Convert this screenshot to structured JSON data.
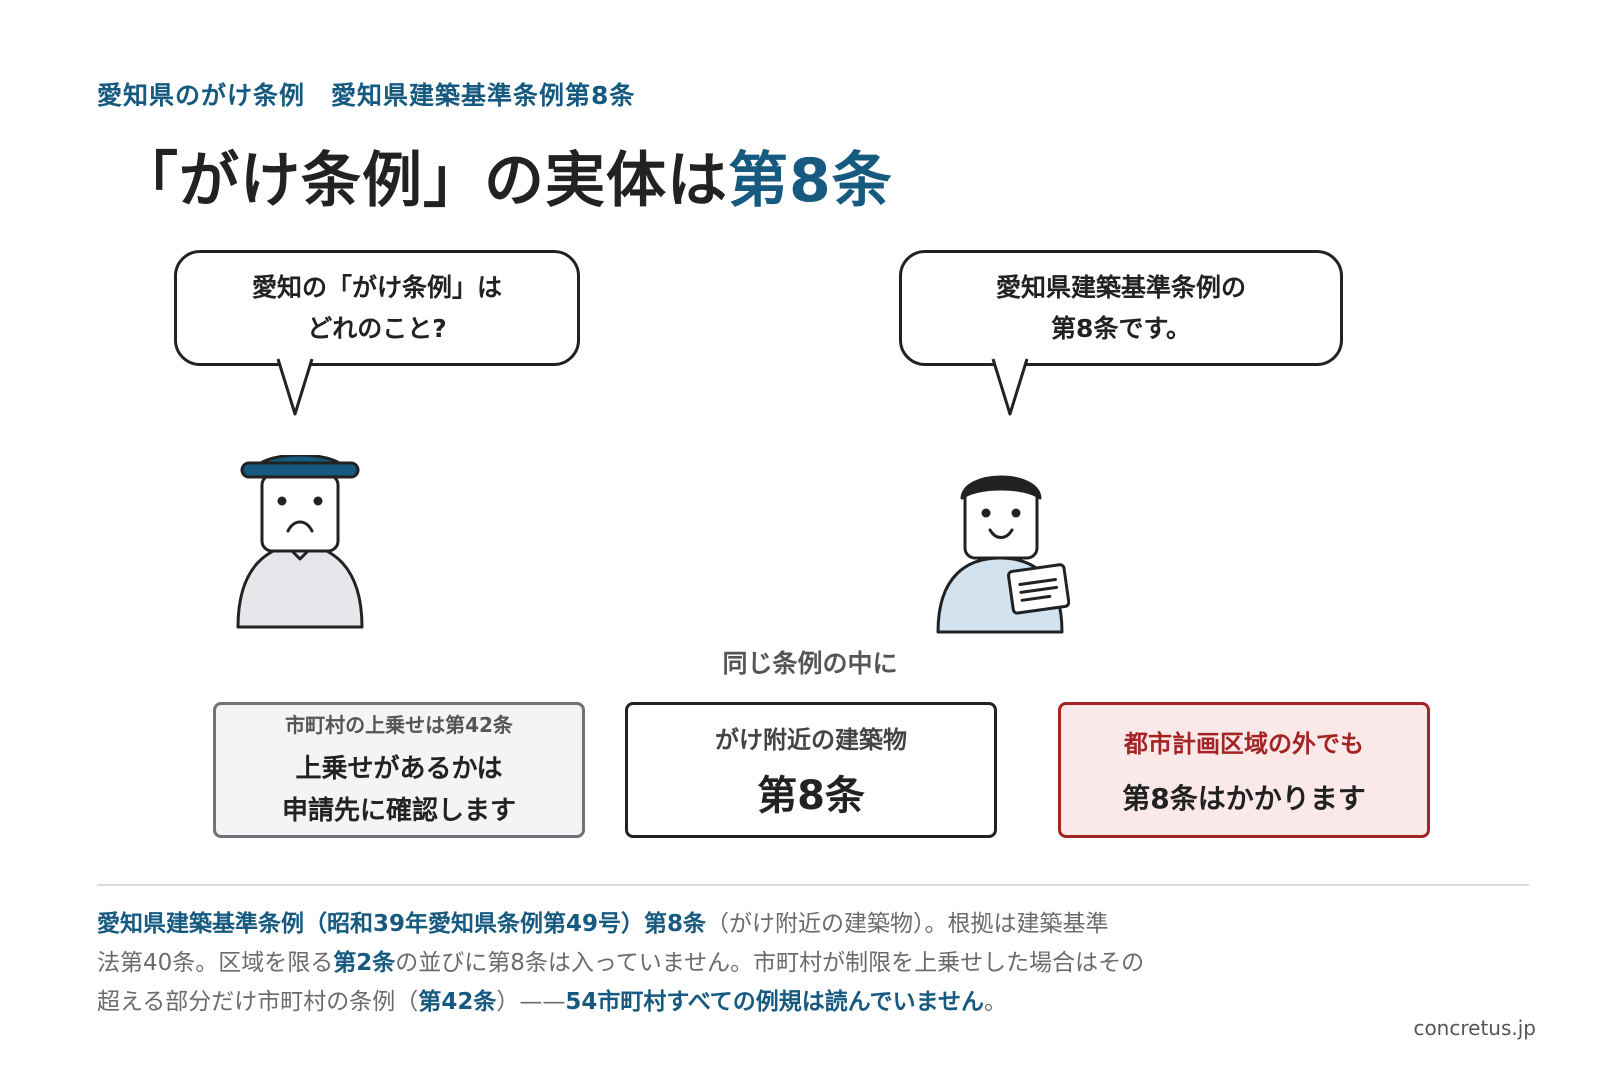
{
  "header": {
    "subtitle": "愛知県のがけ条例　愛知県建築基準条例第8条",
    "title_main": "「がけ条例」の実体は",
    "title_highlight": "第8条"
  },
  "dialogue": {
    "question_line1": "愛知の「がけ条例」は",
    "question_line2": "どれのこと?",
    "answer_line1": "愛知県建築基準条例の",
    "answer_line2": "第8条です。"
  },
  "caption": "同じ条例の中に",
  "boxes": {
    "left": {
      "small": "市町村の上乗せは第42条",
      "big_line1": "上乗せがあるかは",
      "big_line2": "申請先に確認します"
    },
    "center": {
      "small": "がけ附近の建築物",
      "big": "第8条"
    },
    "right": {
      "small": "都市計画区域の外でも",
      "big": "第8条はかかります"
    }
  },
  "note": {
    "l1_em": "愛知県建築基準条例（昭和39年愛知県条例第49号）第8条",
    "l1_rest": "（がけ附近の建築物）。根拠は建築基準",
    "l2_a": "法第40条。区域を限る",
    "l2_em": "第2条",
    "l2_b": "の並びに第8条は入っていません。市町村が制限を上乗せした場合はその",
    "l3_a": "超える部分だけ市町村の条例（",
    "l3_em1": "第42条",
    "l3_b": "）——",
    "l3_em2": "54市町村すべての例規は読んでいません",
    "l3_c": "。"
  },
  "footer": {
    "site": "concretus.jp"
  },
  "colors": {
    "accent": "#175a80",
    "warning": "#a32423",
    "ink": "#222222",
    "muted": "#6b6b6b"
  },
  "icons": [
    "worried-person-icon",
    "smiling-person-icon",
    "document-icon"
  ]
}
